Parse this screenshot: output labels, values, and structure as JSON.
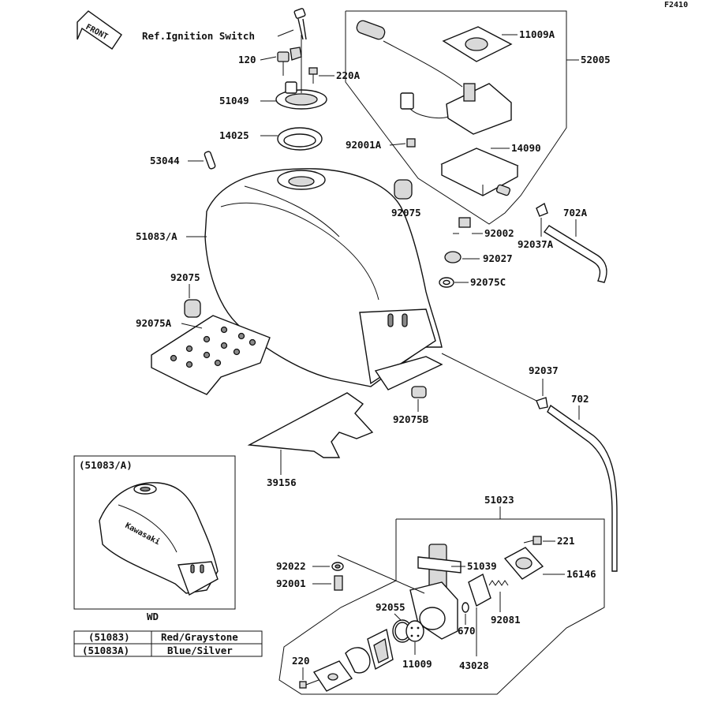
{
  "figure_code": "F2410",
  "front_label": "FRONT",
  "ref_label": "Ref.Ignition Switch",
  "parts": {
    "p120": "120",
    "p220a": "220A",
    "p51049": "51049",
    "p14025": "14025",
    "p53044": "53044",
    "p51083a": "51083/A",
    "p92075_a": "92075",
    "p92075a": "92075A",
    "p11009a": "11009A",
    "p52005": "52005",
    "p92001a": "92001A",
    "p14090": "14090",
    "p92075_b": "92075",
    "p92002": "92002",
    "p92037a": "92037A",
    "p702a": "702A",
    "p92027": "92027",
    "p92075c": "92075C",
    "p92075b": "92075B",
    "p39156": "39156",
    "p92037": "92037",
    "p702": "702",
    "p51023": "51023",
    "p221": "221",
    "p92022": "92022",
    "p51039": "51039",
    "p16146": "16146",
    "p92001": "92001",
    "p92055": "92055",
    "p92081": "92081",
    "p670": "670",
    "p11009": "11009",
    "p43028": "43028",
    "p220": "220"
  },
  "inset": {
    "title": "(51083/A)",
    "caption": "WD",
    "brand_text": "Kawasaki"
  },
  "color_table": [
    {
      "code": "(51083)",
      "color": "Red/Graystone"
    },
    {
      "code": "(51083A)",
      "color": "Blue/Silver"
    }
  ]
}
